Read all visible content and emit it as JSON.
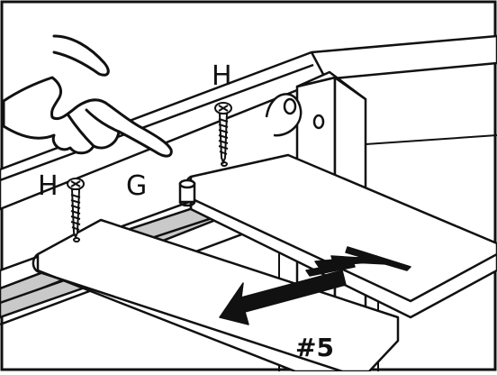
{
  "illustration": {
    "labels": {
      "screw_top": "H",
      "screw_left": "H",
      "peg": "G"
    },
    "step_number": "#5",
    "icons": [
      "pointing-hand-icon",
      "screw-icon",
      "wooden-dowel-icon",
      "direction-arrow-icon"
    ],
    "colors": {
      "ink": "#111111",
      "rail_gray": "#c9c9c9",
      "background": "#ffffff"
    }
  }
}
